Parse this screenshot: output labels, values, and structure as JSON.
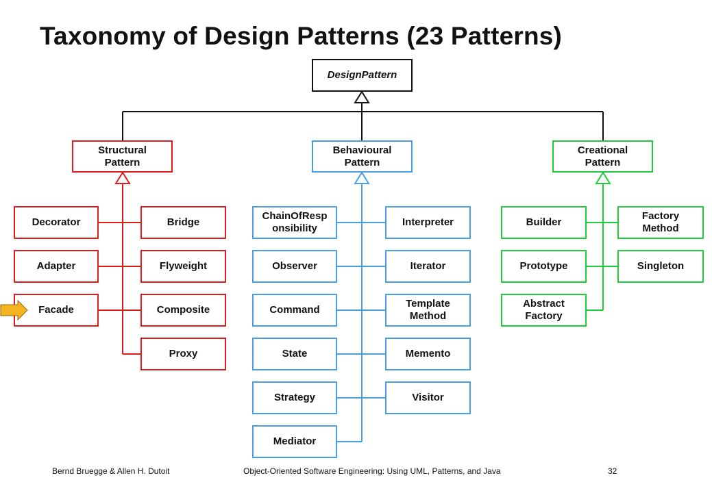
{
  "title": "Taxonomy of Design Patterns (23 Patterns)",
  "root": "DesignPattern",
  "categories": {
    "structural": "Structural\nPattern",
    "behavioural": "Behavioural\nPattern",
    "creational": "Creational\nPattern"
  },
  "structural": {
    "decorator": "Decorator",
    "bridge": "Bridge",
    "adapter": "Adapter",
    "flyweight": "Flyweight",
    "facade": "Facade",
    "composite": "Composite",
    "proxy": "Proxy"
  },
  "behavioural": {
    "chain": "ChainOfResp\nonsibility",
    "interpreter": "Interpreter",
    "observer": "Observer",
    "iterator": "Iterator",
    "command": "Command",
    "template_method": "Template\nMethod",
    "state": "State",
    "memento": "Memento",
    "strategy": "Strategy",
    "visitor": "Visitor",
    "mediator": "Mediator"
  },
  "creational": {
    "builder": "Builder",
    "factory_method": "Factory\nMethod",
    "prototype": "Prototype",
    "singleton": "Singleton",
    "abstract_factory": "Abstract\nFactory"
  },
  "colors": {
    "structural": "#e11c1c",
    "behavioural": "#4a9ee8",
    "creational": "#1ecc3a",
    "root": "#111111",
    "indicator": "#f5b31e"
  },
  "footer": {
    "authors": "Bernd Bruegge & Allen H. Dutoit",
    "book": "Object-Oriented Software Engineering: Using UML, Patterns, and Java",
    "page": "32"
  }
}
